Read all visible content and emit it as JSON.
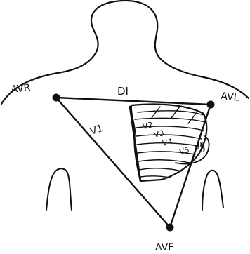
{
  "labels": {
    "right_arm": "AVR",
    "left_arm": "AVL",
    "foot": "AVF",
    "lead_i": "DI",
    "lead_v1": "V1",
    "heart_v2": "V2",
    "heart_v3": "V3",
    "heart_v4": "V4",
    "heart_v5": "V5",
    "heart_v6": "V6"
  },
  "colors": {
    "ink": "#111111",
    "paper": "#ffffff"
  }
}
